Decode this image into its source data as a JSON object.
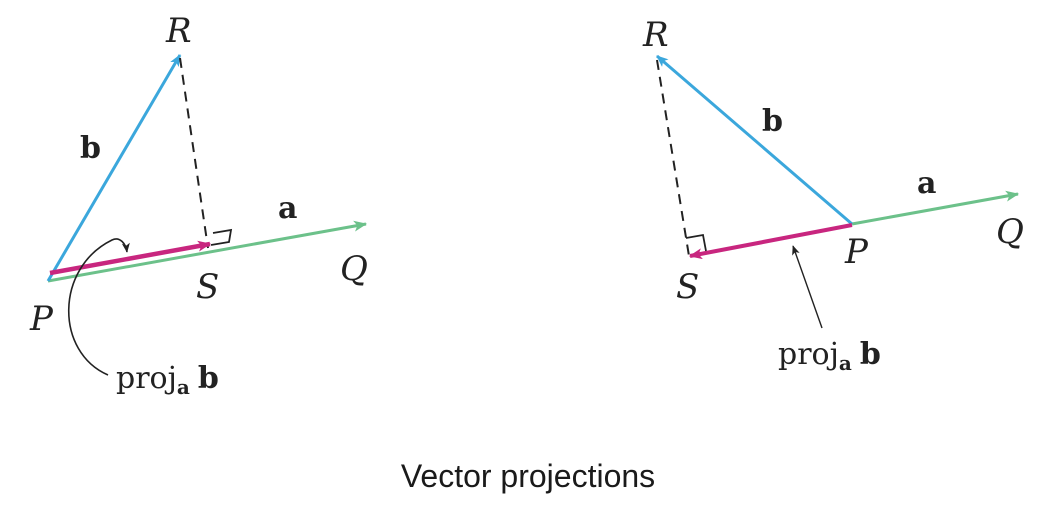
{
  "caption": "Vector projections",
  "colors": {
    "vector_a": "#6cc18a",
    "vector_b": "#3ba7dc",
    "projection": "#c8267f",
    "dashed": "#222222",
    "text": "#222222"
  },
  "left_panel": {
    "point_R": "R",
    "point_P": "P",
    "point_S": "S",
    "point_Q": "Q",
    "vector_a": "a",
    "vector_b": "b",
    "proj_main": "proj",
    "proj_sub": "a",
    "proj_vec": "b"
  },
  "right_panel": {
    "point_R": "R",
    "point_P": "P",
    "point_S": "S",
    "point_Q": "Q",
    "vector_a": "a",
    "vector_b": "b",
    "proj_main": "proj",
    "proj_sub": "a",
    "proj_vec": "b"
  }
}
